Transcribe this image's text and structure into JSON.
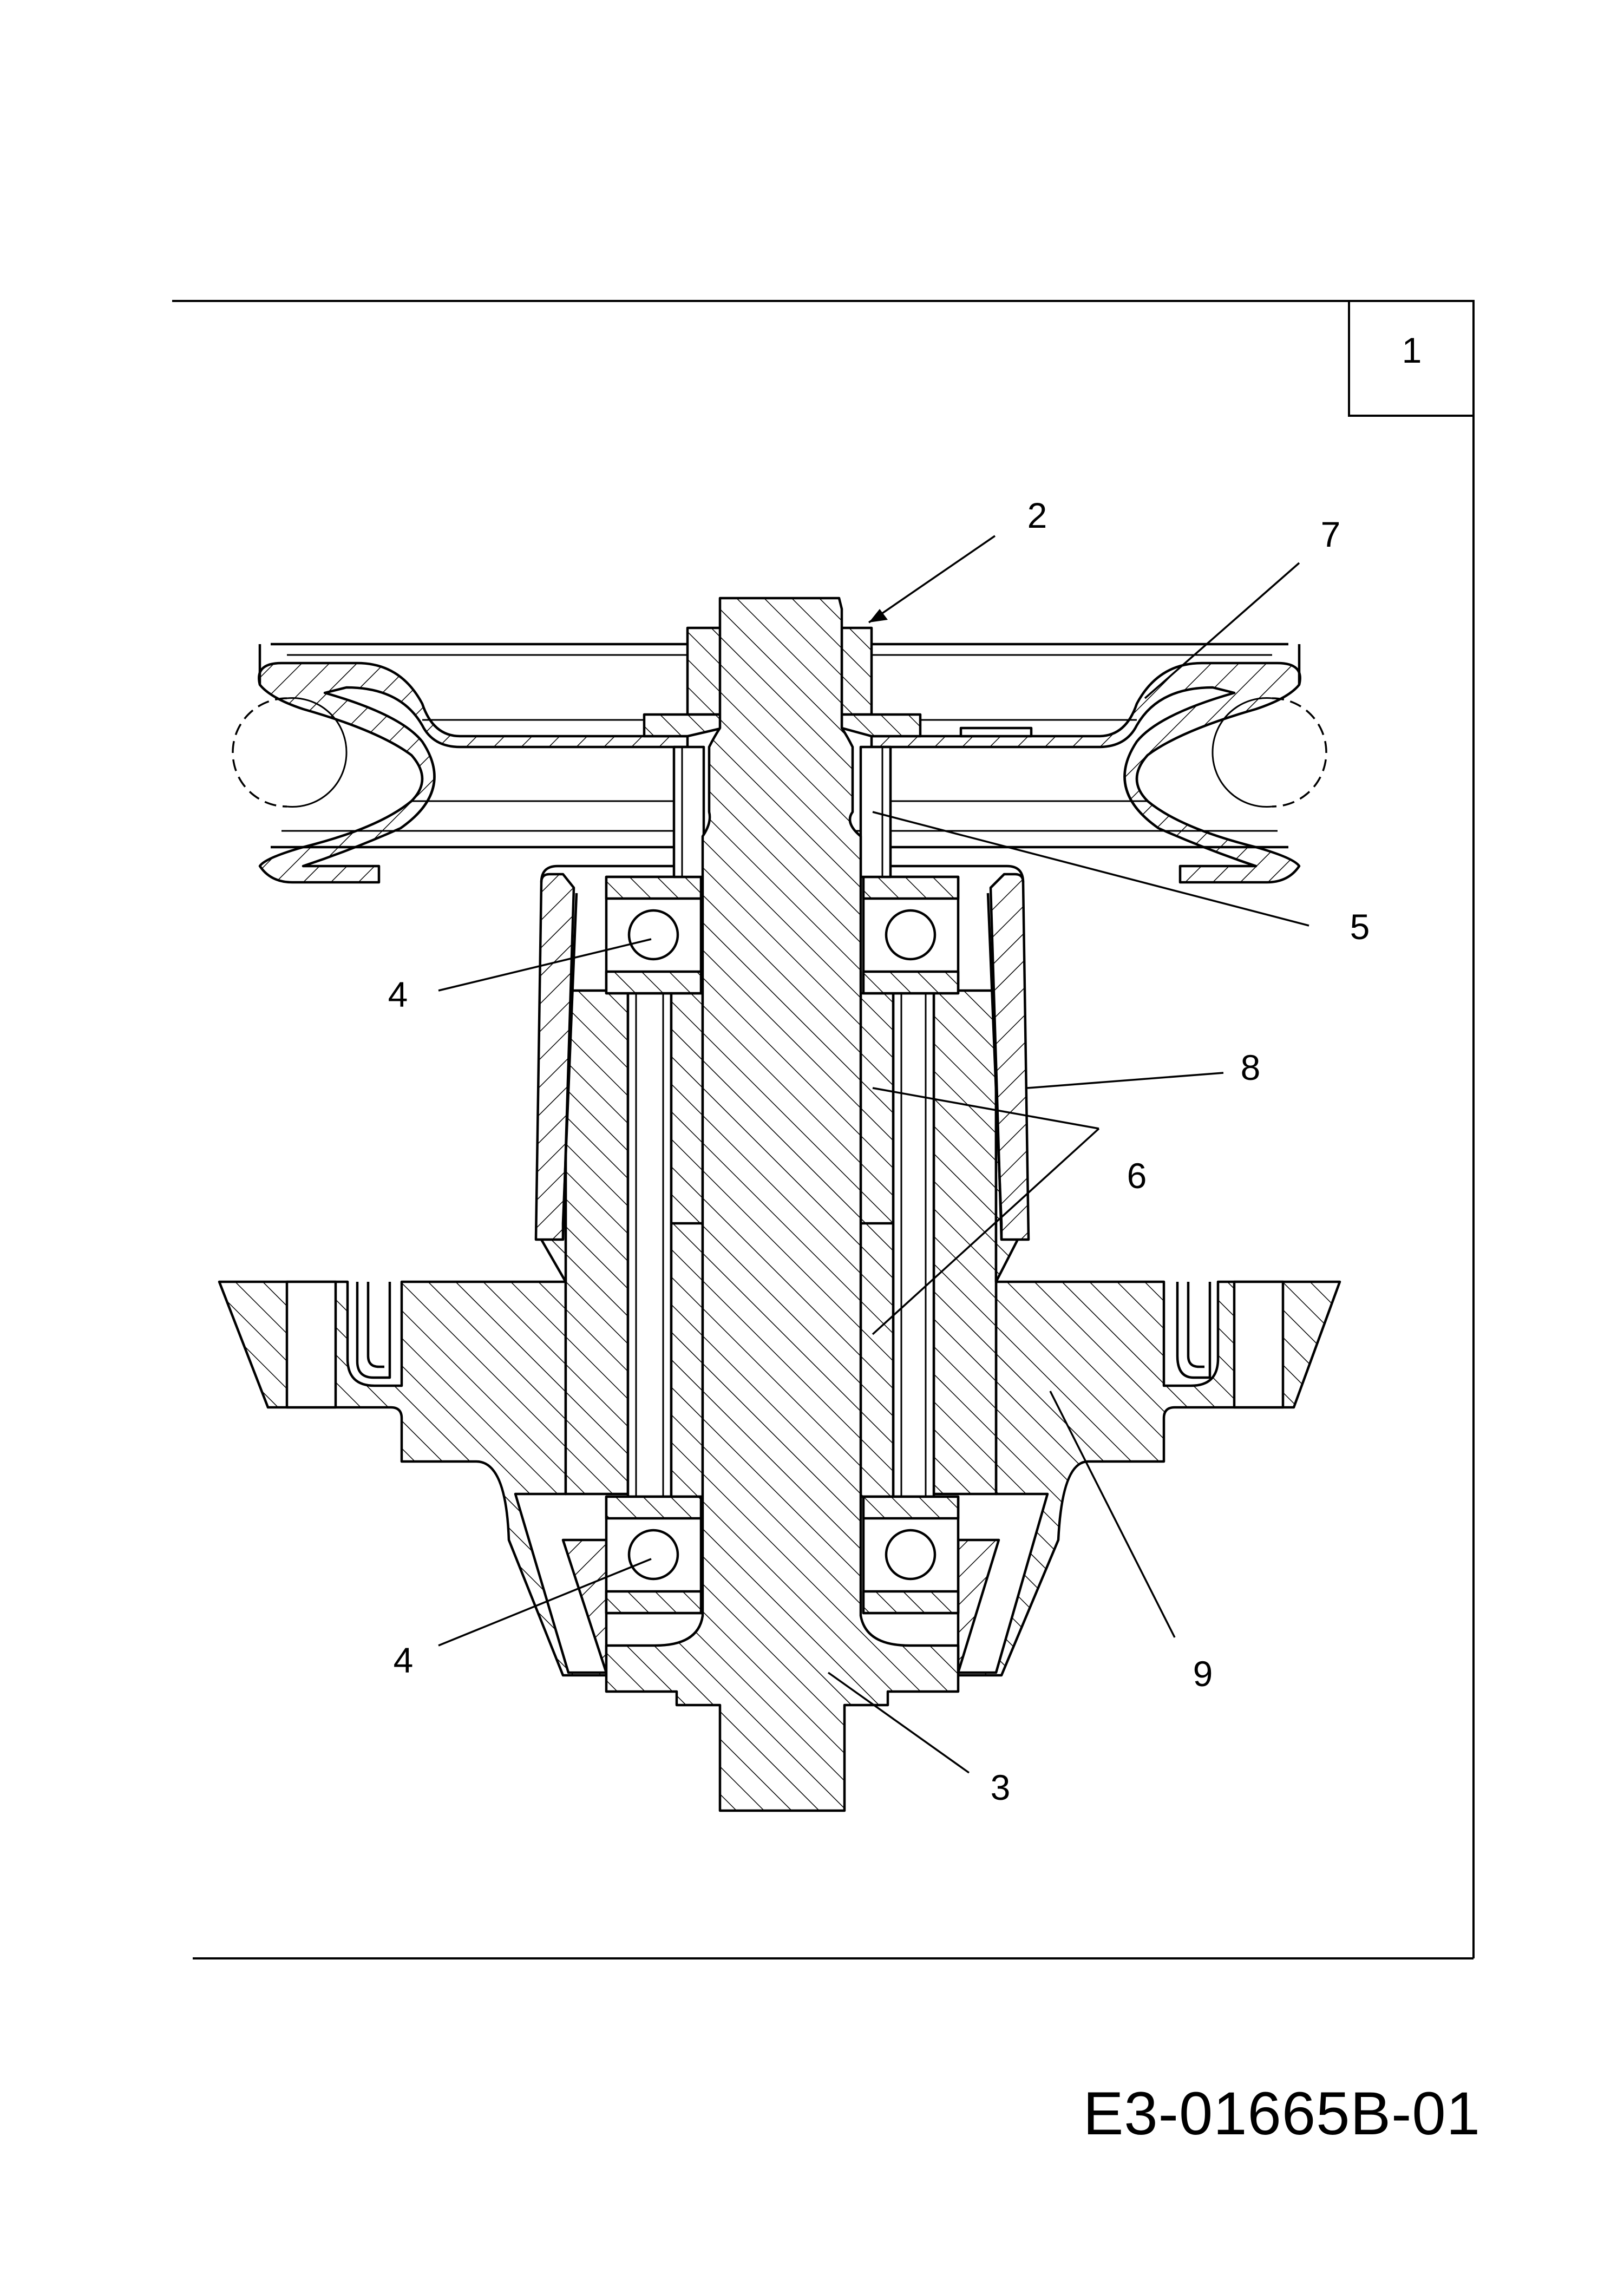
{
  "figure_number": "1",
  "drawing_code": "E3-01665B-01",
  "callouts": [
    "2",
    "7",
    "5",
    "4",
    "8",
    "6",
    "4",
    "9",
    "3"
  ]
}
